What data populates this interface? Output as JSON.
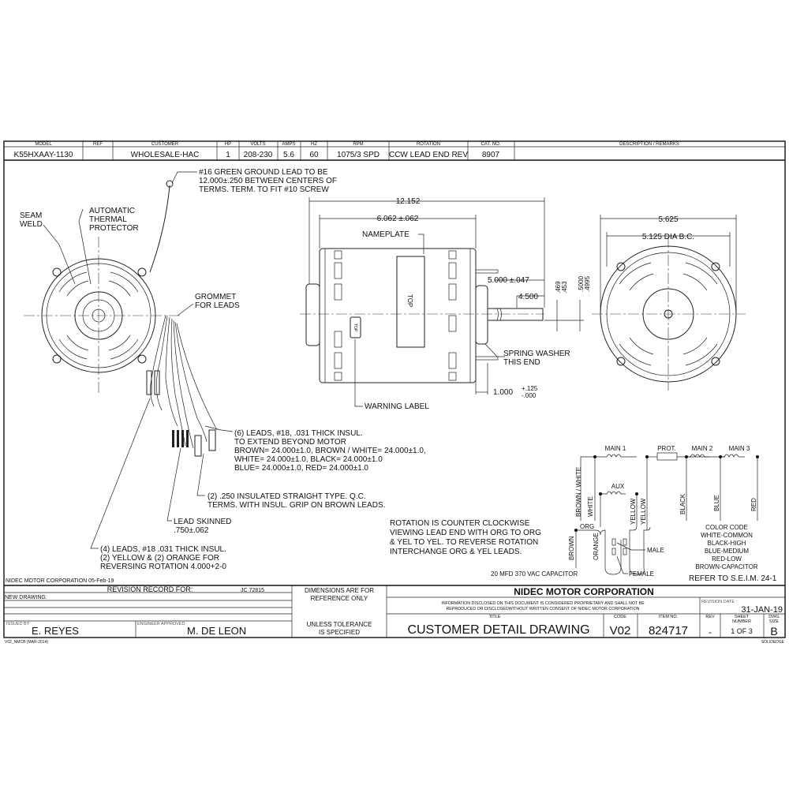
{
  "header": {
    "columns": [
      "MODEL",
      "REF",
      "CUSTOMER",
      "HP",
      "VOLTS",
      "AMPS",
      "HZ",
      "RPM",
      "ROTATION",
      "CAT. NO.",
      "DESCRIPTION / REMARKS"
    ],
    "values": [
      "K55HXAAY-1130",
      "",
      "WHOLESALE-HAC",
      "1",
      "208-230",
      "5.6",
      "60",
      "1075/3 SPD",
      "CCW LEAD END REV",
      "8907",
      ""
    ]
  },
  "left_view": {
    "ground_lead": [
      "#16 GREEN GROUND LEAD TO BE",
      "12.000±.250 BETWEEN CENTERS OF",
      "TERMS. TERM. TO FIT #10 SCREW"
    ],
    "seam_weld": [
      "SEAM",
      "WELD"
    ],
    "thermal": [
      "AUTOMATIC",
      "THERMAL",
      "PROTECTOR"
    ],
    "grommet": [
      "GROMMET",
      "FOR LEADS"
    ],
    "leads6": [
      "(6) LEADS, #18, .031 THICK INSUL.",
      "TO EXTEND BEYOND MOTOR",
      "BROWN= 24.000±1.0,  BROWN / WHITE= 24.000±1.0,",
      "WHITE= 24.000±1.0, BLACK= 24.000±1.0",
      "BLUE= 24.000±1.0, RED= 24.000±1.0"
    ],
    "qc": [
      "(2) .250 INSULATED STRAIGHT TYPE. Q.C.",
      "TERMS. WITH INSUL. GRIP ON BROWN LEADS."
    ],
    "skinned": [
      "LEAD SKINNED",
      ".750±.062"
    ],
    "leads4": [
      "(4) LEADS, #18 .031 THICK INSUL.",
      "(2) YELLOW & (2) ORANGE FOR",
      "REVERSING ROTATION 4.000+2-0"
    ]
  },
  "side_view": {
    "overall": "12.152",
    "body": "6.062 ±.062",
    "nameplate": "NAMEPLATE",
    "top": "TOP",
    "shaft_len": "5.000 ±.047",
    "flat_len": "4.500",
    "flat_dia": [
      ".469",
      ".453"
    ],
    "shaft_dia": [
      ".5000",
      ".4995"
    ],
    "spring": [
      "SPRING WASHER",
      "THIS END"
    ],
    "stud": "1.000",
    "stud_tol": [
      "+.125",
      "-.000"
    ],
    "warning": "WARNING LABEL"
  },
  "end_view": {
    "width": "5.625",
    "bc": "5.125 DIA B.C."
  },
  "schematic": {
    "main1": "MAIN 1",
    "prot": "PROT.",
    "main2": "MAIN 2",
    "main3": "MAIN 3",
    "aux": "AUX",
    "wires": [
      "BROWN / WHITE",
      "WHITE",
      "YELLOW",
      "YELLOW",
      "BLACK",
      "BLUE",
      "RED",
      "BROWN",
      "ORANGE"
    ],
    "org": "ORG",
    "male": "MALE",
    "female": "FEMALE",
    "capacitor": "20 MFD 370 VAC CAPACITOR",
    "color_code": [
      "COLOR CODE",
      "WHITE-COMMON",
      "BLACK-HIGH",
      "BLUE-MEDIUM",
      "RED-LOW",
      "BROWN-CAPACITOR"
    ],
    "refer": "REFER TO S.E.I.M. 24-1",
    "rotation_note": [
      "ROTATION IS COUNTER CLOCKWISE",
      "VIEWING LEAD END WITH ORG TO ORG",
      "& YEL TO YEL. TO REVERSE ROTATION",
      "INTERCHANGE ORG & YEL LEADS."
    ]
  },
  "title_block": {
    "corp_date": "NIDEC MOTOR CORPORATION 05-Feb-19",
    "revision_record": "REVISION RECORD FOR:",
    "jc": "JC 72815",
    "new_drawing": "NEW DRAWING.",
    "issued_by_label": "ISSUED BY",
    "issued_by": "E. REYES",
    "engineer_label": "ENGINEER APPROVED",
    "engineer": "M. DE LEON",
    "dims": [
      "DIMENSIONS ARE FOR",
      "REFERENCE ONLY"
    ],
    "tolerance": [
      "UNLESS TOLERANCE",
      "IS SPECIFIED"
    ],
    "company": "NIDEC MOTOR CORPORATION",
    "proprietary": [
      "INFORMATION DISCLOSED ON THIS DOCUMENT IS CONSIDERED PROPRIETARY AND SHALL NOT BE",
      "REPRODUCED OR DISCLOSEDWITHOUT WRITTEN CONSENT OF NIDEC MOTOR CORPORATION"
    ],
    "rev_date_label": "REVISION DATE :",
    "rev_date": "31-JAN-19",
    "title_label": "TITLE",
    "title": "CUSTOMER  DETAIL  DRAWING",
    "code_label": "CODE",
    "code": "V02",
    "item_label": "ITEM NO.",
    "item": "824717",
    "rev_label": "REV",
    "rev": "-",
    "sheet_label": [
      "SHEET",
      "NUMBER"
    ],
    "sheet": "1  OF  3",
    "size_label": [
      "DWG",
      "SIZE"
    ],
    "size": "B",
    "form": "V02_NMCB (MAR-2014)",
    "cad": "SOLIDEDGE"
  }
}
